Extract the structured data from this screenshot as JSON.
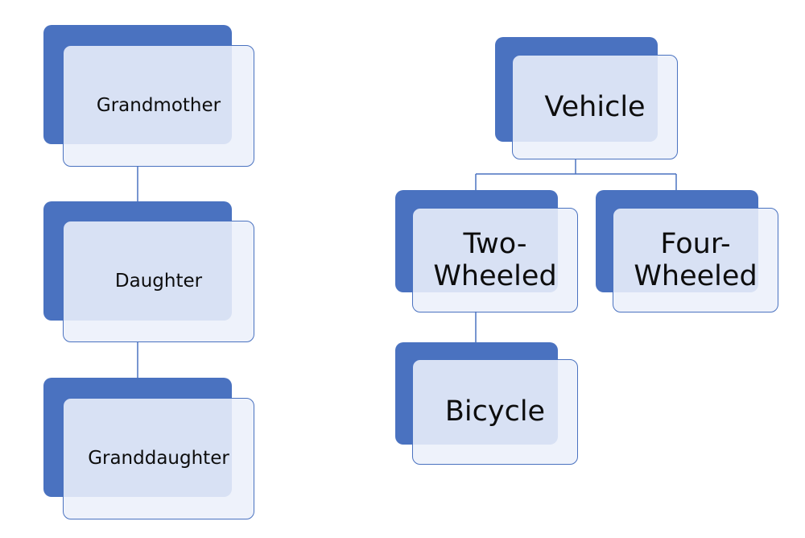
{
  "family_tree": {
    "grandmother": "Grandmother",
    "daughter": "Daughter",
    "granddaughter": "Granddaughter"
  },
  "vehicle_tree": {
    "root": "Vehicle",
    "two_wheeled": "Two-\nWheeled",
    "four_wheeled": "Four-\nWheeled",
    "bicycle": "Bicycle"
  },
  "colors": {
    "accent": "#4a72c0",
    "box_fill": "#eceffa"
  }
}
